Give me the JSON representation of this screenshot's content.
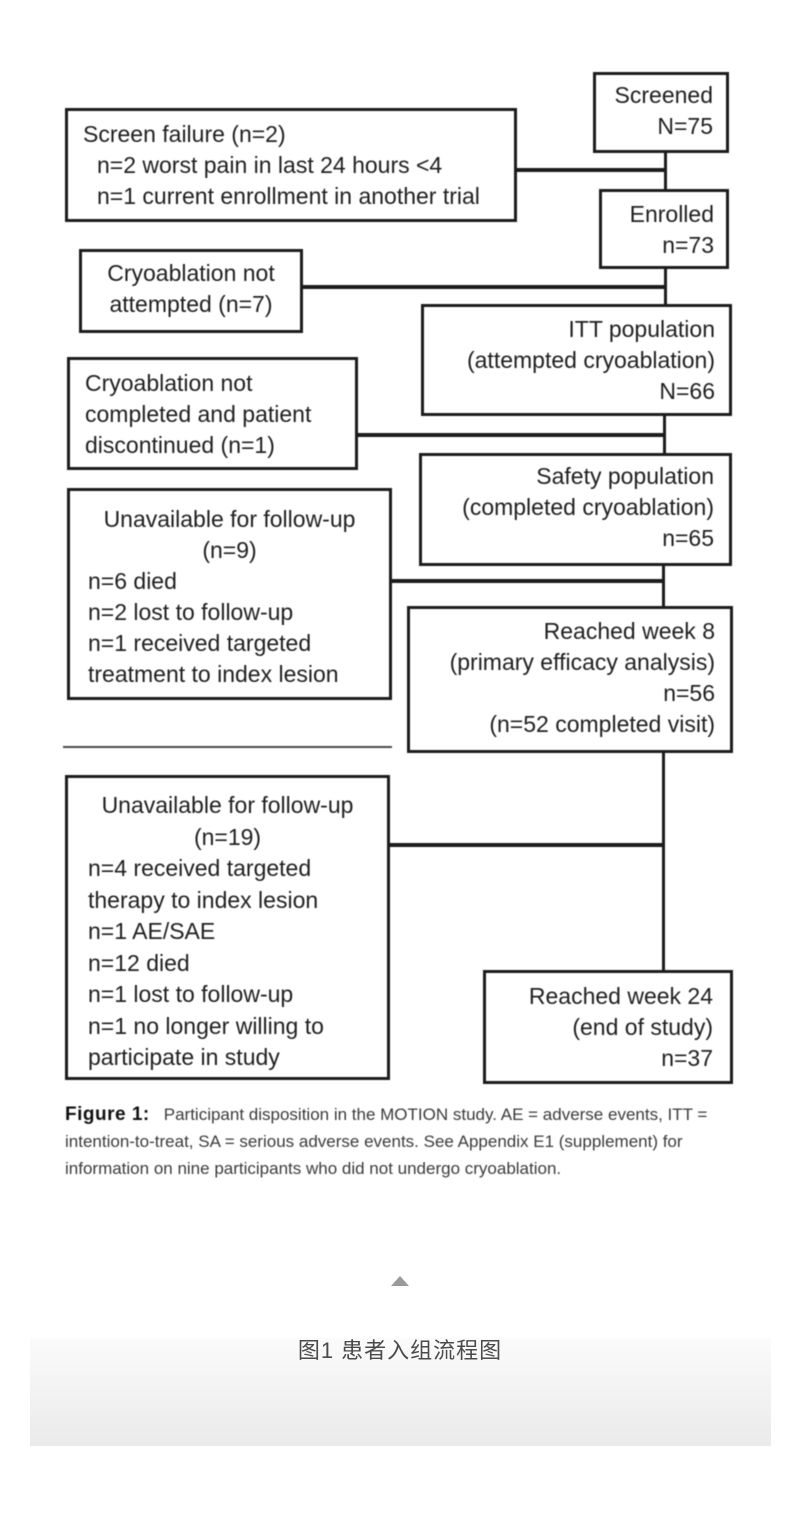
{
  "flow": {
    "screened": {
      "l1": "Screened",
      "l2": "N=75"
    },
    "screen_failure": {
      "l1": "Screen failure (n=2)",
      "l2": "n=2 worst pain in last 24 hours <4",
      "l3": "n=1 current enrollment in another trial"
    },
    "enrolled": {
      "l1": "Enrolled",
      "l2": "n=73"
    },
    "cryo_not_attempted": {
      "l1": "Cryoablation not",
      "l2": "attempted (n=7)"
    },
    "itt": {
      "l1": "ITT population",
      "l2": "(attempted cryoablation)",
      "l3": "N=66"
    },
    "cryo_not_completed": {
      "l1": "Cryoablation not",
      "l2": "completed and patient",
      "l3": "discontinued (n=1)"
    },
    "safety": {
      "l1": "Safety population",
      "l2": "(completed cryoablation)",
      "l3": "n=65"
    },
    "unavail9": {
      "l1": "Unavailable for follow-up",
      "l2": "(n=9)",
      "l3": "n=6 died",
      "l4": "n=2 lost to follow-up",
      "l5": "n=1 received targeted",
      "l6": "treatment to index lesion"
    },
    "week8": {
      "l1": "Reached week 8",
      "l2": "(primary efficacy analysis)",
      "l3": "n=56",
      "l4": "(n=52 completed visit)"
    },
    "unavail19": {
      "l1": "Unavailable for follow-up",
      "l2": "(n=19)",
      "l3": "n=4 received targeted",
      "l4": "therapy to index lesion",
      "l5": "n=1 AE/SAE",
      "l6": "n=12 died",
      "l7": "n=1 lost to follow-up",
      "l8": "n=1 no longer willing to",
      "l9": "participate in study"
    },
    "week24": {
      "l1": "Reached week 24",
      "l2": "(end of study)",
      "l3": "n=37"
    }
  },
  "caption": {
    "label": "Figure 1:",
    "text": "Participant disposition in the MOTION study. AE = adverse events, ITT = intention-to-treat, SA = serious adverse events. See Appendix E1 (supplement) for information on nine participants who did not undergo cryoablation."
  },
  "footer": {
    "cn_caption": "图1 患者入组流程图",
    "collapse_icon": "triangle-up-icon"
  },
  "colors": {
    "box_border": "#1c1c1c",
    "text": "#202020",
    "caption_text": "#3b3b3b",
    "triangle": "#9a9a9a",
    "footer_gradient_bottom": "#eaeaea"
  }
}
